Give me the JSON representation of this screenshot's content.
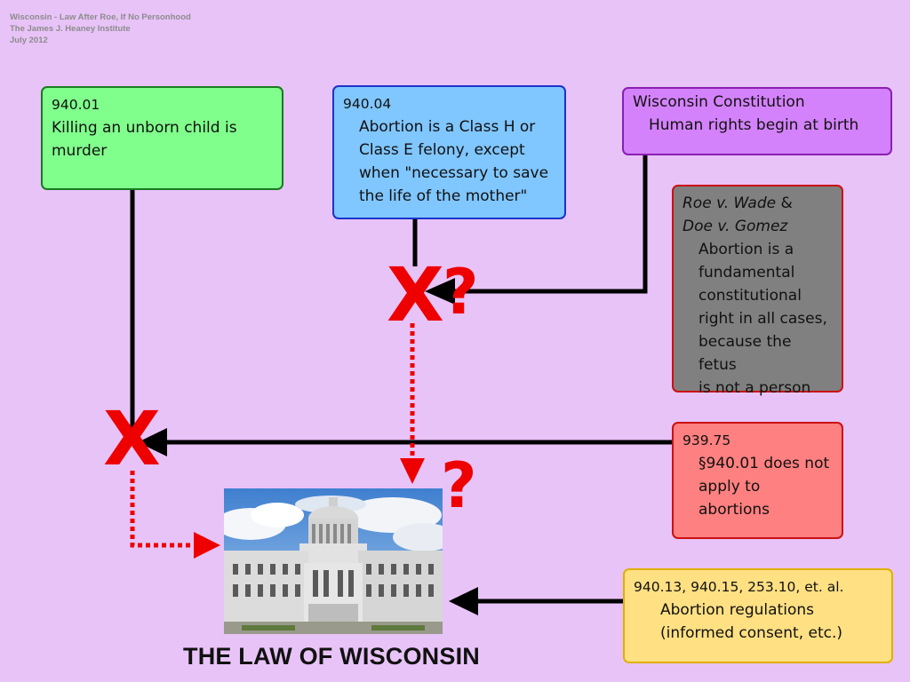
{
  "header": {
    "line1": "Wisconsin - Law After Roe, If No Personhood",
    "line2": "The James J. Heaney Institute",
    "line3": "July 2012"
  },
  "boxes": {
    "b940_01": {
      "code": "940.01",
      "line1": "Killing an unborn child is",
      "line2": "murder"
    },
    "b940_04": {
      "code": "940.04",
      "line1": "Abortion is a Class H or",
      "line2": "Class E felony, except",
      "line3": "when \"necessary to save",
      "line4": "the life of the mother\""
    },
    "constitution": {
      "code": "Wisconsin Constitution",
      "line1": "Human rights begin at birth"
    },
    "roe": {
      "case1": "Roe v. Wade",
      "amp": "&",
      "case2": "Doe v. Gomez",
      "line1": "Abortion is a",
      "line2": "fundamental",
      "line3": "constitutional",
      "line4": "right in all cases,",
      "line5": "because the fetus",
      "line6": "is not a person"
    },
    "b939_75": {
      "code": "939.75",
      "line1": "§940.01 does not",
      "line2": "apply to abortions"
    },
    "regs": {
      "code": "940.13, 940.15, 253.10, et. al.",
      "line1": "Abortion regulations",
      "line2": "(informed consent, etc.)"
    }
  },
  "marks": {
    "x1": "X",
    "q1": "?",
    "x2": "X",
    "q2": "?"
  },
  "footer": {
    "title": "THE LAW OF WISCONSIN"
  },
  "colors": {
    "background": "#e8c3f7",
    "accent_red": "#ee0000"
  }
}
